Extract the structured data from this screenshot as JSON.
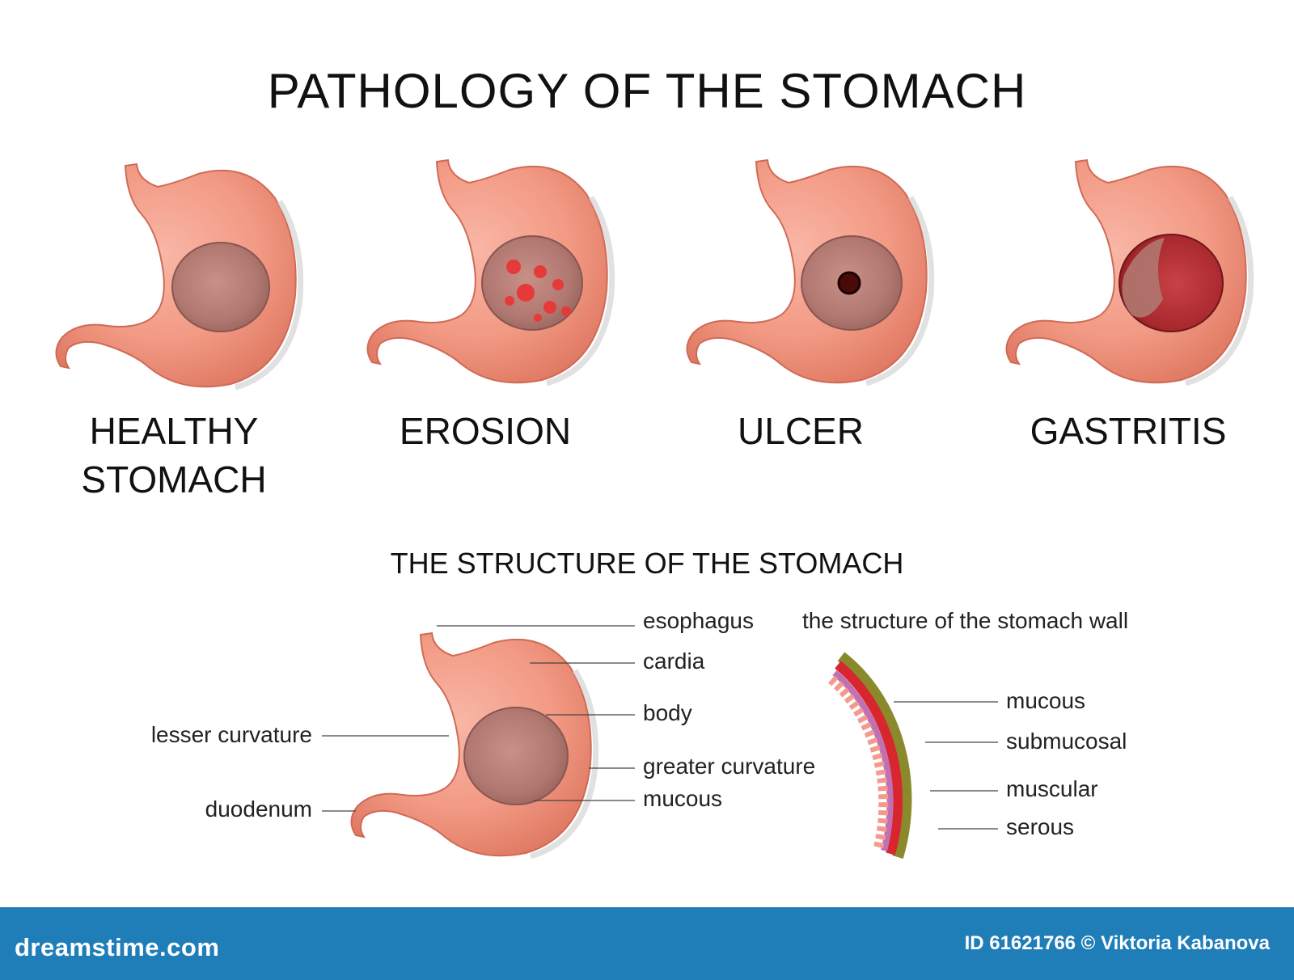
{
  "title": "PATHOLOGY OF THE STOMACH",
  "conditions": [
    {
      "label_line1": "HEALTHY",
      "label_line2": "STOMACH",
      "feature": "smooth-mucosa"
    },
    {
      "label_line1": "EROSION",
      "label_line2": "",
      "feature": "erosion-spots"
    },
    {
      "label_line1": "ULCER",
      "label_line2": "",
      "feature": "ulcer-crater"
    },
    {
      "label_line1": "GASTRITIS",
      "label_line2": "",
      "feature": "inflamed-mucosa"
    }
  ],
  "structure": {
    "title": "THE STRUCTURE OF THE STOMACH",
    "labels": {
      "esophagus": "esophagus",
      "cardia": "cardia",
      "body": "body",
      "lesser_curvature": "lesser curvature",
      "greater_curvature": "greater curvature",
      "mucous": "mucous",
      "duodenum": "duodenum"
    }
  },
  "wall": {
    "title": "the structure of the stomach wall",
    "layers": [
      "mucous",
      "submucosal",
      "muscular",
      "serous"
    ]
  },
  "footer": {
    "brand": "dreamstime.com",
    "credit": "ID 61621766 © Viktoria Kabanova"
  },
  "colors": {
    "stomach_outer": "#ec8670",
    "stomach_inner": "#f6a491",
    "mucosa": "#b07870",
    "erosion": "#e63a3a",
    "ulcer": "#4a0a08",
    "gastritis": "#b83236",
    "footer_bg": "#1f7db8",
    "wall_serous": "#8a8a2c",
    "wall_muscular": "#d8262e",
    "wall_submucosal": "#c070b4",
    "wall_mucous": "#f49a8c"
  }
}
